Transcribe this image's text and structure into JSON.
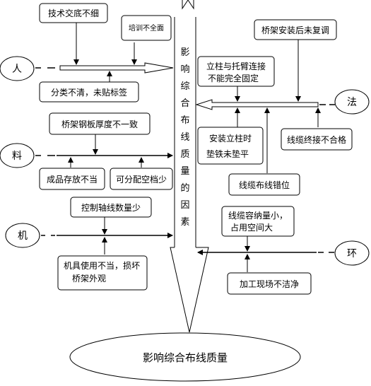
{
  "diagram": {
    "spine_label": "影响综合布线质量的因素",
    "result_label": "影响综合布线质量",
    "categories": {
      "person": "人",
      "material": "料",
      "machine": "机",
      "method": "法",
      "environment": "环"
    },
    "causes": {
      "tech_briefing": "技术交底不细",
      "training": "培训不全面",
      "classification": "分类不清，未贴标签",
      "tray_thickness": "桥架钢板厚度不一致",
      "storage": "成品存放不当",
      "spare_slots": "可分配空档少",
      "axis_count": "控制轴线数量少",
      "machine_misuse_1": "机具使用不当，损坏",
      "machine_misuse_2": "桥架外观",
      "tray_adjust": "桥架安装后未复调",
      "column_bracket_1": "立柱与托臂连接",
      "column_bracket_2": "不能完全固定",
      "column_shim_1": "安装立柱时",
      "column_shim_2": "垫铁未垫平",
      "cable_joint": "线缆终接不合格",
      "cable_route": "线缆布线错位",
      "capacity_1": "线缆容纳量小，",
      "capacity_2": "占用空间大",
      "site_clean": "加工现场不洁净"
    }
  }
}
